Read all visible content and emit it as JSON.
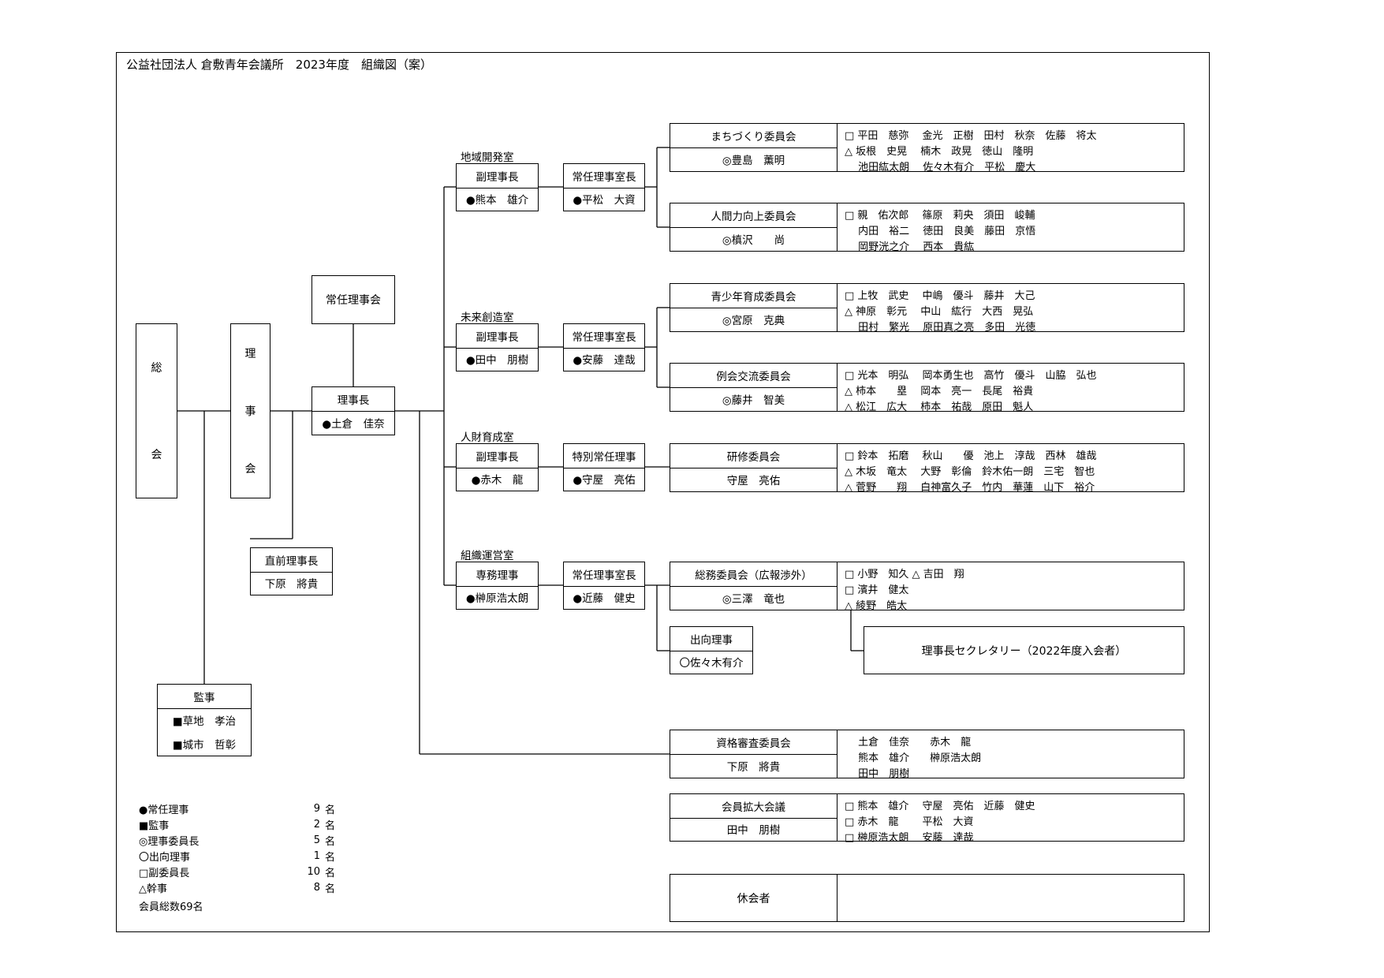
{
  "title": "公益社団法人 倉敷青年会議所　2023年度　組織図（案）",
  "left": {
    "soukai_chars": [
      "総",
      "会"
    ],
    "rijikai_chars": [
      "理",
      "事",
      "会"
    ],
    "joninrijikai": "常任理事会",
    "rijicho": {
      "role": "理事長",
      "name": "●土倉　佳奈"
    },
    "chokuzen": {
      "role": "直前理事長",
      "name": "下原　將貴"
    },
    "kansa": {
      "role": "監事",
      "names": [
        "■草地　孝治",
        "■城市　哲彰"
      ]
    }
  },
  "rooms": [
    {
      "label": "地域開発室",
      "vp_role": "副理事長",
      "vp_name": "●熊本　雄介",
      "mgr_role": "常任理事室長",
      "mgr_name": "●平松　大資"
    },
    {
      "label": "未来創造室",
      "vp_role": "副理事長",
      "vp_name": "●田中　朋樹",
      "mgr_role": "常任理事室長",
      "mgr_name": "●安藤　達哉"
    },
    {
      "label": "人財育成室",
      "vp_role": "副理事長",
      "vp_name": "●赤木　龍",
      "mgr_role": "特別常任理事",
      "mgr_name": "●守屋　亮佑"
    },
    {
      "label": "組織運営室",
      "vp_role": "専務理事",
      "vp_name": "●榊原浩太朗",
      "mgr_role": "常任理事室長",
      "mgr_name": "●近藤　健史"
    }
  ],
  "committees": [
    {
      "name": "まちづくり委員会",
      "chair": "◎豊島　薫明",
      "members": [
        "□ 平田　慈弥　 金光　正樹　田村　秋奈　佐藤　将太",
        "△ 坂根　史晃　 楠木　政晃　徳山　隆明",
        "　 池田紘太朗　 佐々木有介　平松　慶大"
      ]
    },
    {
      "name": "人間力向上委員会",
      "chair": "◎槙沢　　尚",
      "members": [
        "□ 親　佑次郎　 篠原　莉央　須田　峻輔",
        "　 内田　裕二　 徳田　良美　藤田　京悟",
        "　 岡野洸之介　 西本　貴紘"
      ]
    },
    {
      "name": "青少年育成委員会",
      "chair": "◎宮原　克典",
      "members": [
        "□ 上牧　武史　 中嶋　優斗　藤井　大己",
        "△ 神原　彰元　 中山　紘行　大西　晃弘",
        "　 田村　繁光　 原田真之亮　多田　光徳"
      ]
    },
    {
      "name": "例会交流委員会",
      "chair": "◎藤井　智美",
      "members": [
        "□ 光本　明弘　 岡本勇生也　高竹　優斗　山脇　弘也",
        "△ 柿本　　塁　 岡本　亮一　長尾　裕貴",
        "△ 松江　広大　 柿本　祐哉　原田　魁人"
      ]
    },
    {
      "name": "研修委員会",
      "chair": "守屋　亮佑",
      "members": [
        "□ 鈴本　拓磨　 秋山　　優　池上　淳哉　西林　雄哉",
        "△ 木坂　竜太　 大野　彰倫　鈴木佑一朗　三宅　智也",
        "△ 菅野　　翔　 白神富久子　竹内　華蓮　山下　裕介"
      ]
    },
    {
      "name": "総務委員会（広報渉外）",
      "chair": "◎三澤　竜也",
      "members": [
        "□ 小野　知久 △ 吉田　翔",
        "□ 濱井　健太",
        "△ 綾野　皓太"
      ]
    },
    {
      "name": "資格審査委員会",
      "chair": "下原　將貴",
      "members": [
        "　 土倉　佳奈　　赤木　龍",
        "　 熊本　雄介　　榊原浩太朗",
        "　 田中　朋樹"
      ]
    },
    {
      "name": "会員拡大会議",
      "chair": "田中　朋樹",
      "members": [
        "□ 熊本　雄介　 守屋　亮佑　近藤　健史",
        "□ 赤木　龍　　 平松　大資",
        "□ 榊原浩太朗　 安藤　達哉"
      ]
    }
  ],
  "shukko": {
    "role": "出向理事",
    "name": "〇佐々木有介"
  },
  "secretary": "理事長セクレタリー（2022年度入会者）",
  "kyukai": "休会者",
  "legend": [
    {
      "label": "●常任理事",
      "count": "9",
      "unit": "名"
    },
    {
      "label": "■監事",
      "count": "2",
      "unit": "名"
    },
    {
      "label": "◎理事委員長",
      "count": "5",
      "unit": "名"
    },
    {
      "label": "〇出向理事",
      "count": "1",
      "unit": "名"
    },
    {
      "label": "□副委員長",
      "count": "10",
      "unit": "名"
    },
    {
      "label": "△幹事",
      "count": "8",
      "unit": "名"
    }
  ],
  "total": "会員総数69名"
}
